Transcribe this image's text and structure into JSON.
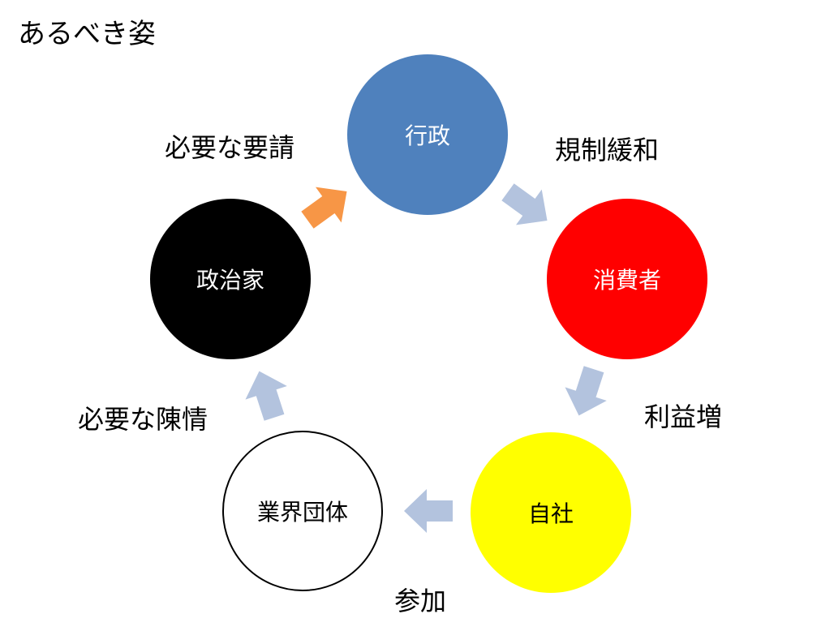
{
  "title": "あるべき姿",
  "nodes": {
    "gyosei": {
      "label": "行政",
      "fill": "#4f81bd",
      "text_color": "#ffffff"
    },
    "shohisha": {
      "label": "消費者",
      "fill": "#ff0000",
      "text_color": "#ffffff"
    },
    "jisha": {
      "label": "自社",
      "fill": "#ffff00",
      "text_color": "#000000"
    },
    "gyokai": {
      "label": "業界団体",
      "fill": "#ffffff",
      "text_color": "#000000"
    },
    "seijika": {
      "label": "政治家",
      "fill": "#000000",
      "text_color": "#ffffff"
    }
  },
  "edges": {
    "kisei_kanwa": "規制緩和",
    "rieki_zo": "利益増",
    "sanka": "参加",
    "hitsuyo_chinjo": "必要な陳情",
    "hitsuyo_yosei": "必要な要請"
  },
  "colors": {
    "arrow_default": "#b3c3de",
    "arrow_highlight": "#f79646"
  }
}
